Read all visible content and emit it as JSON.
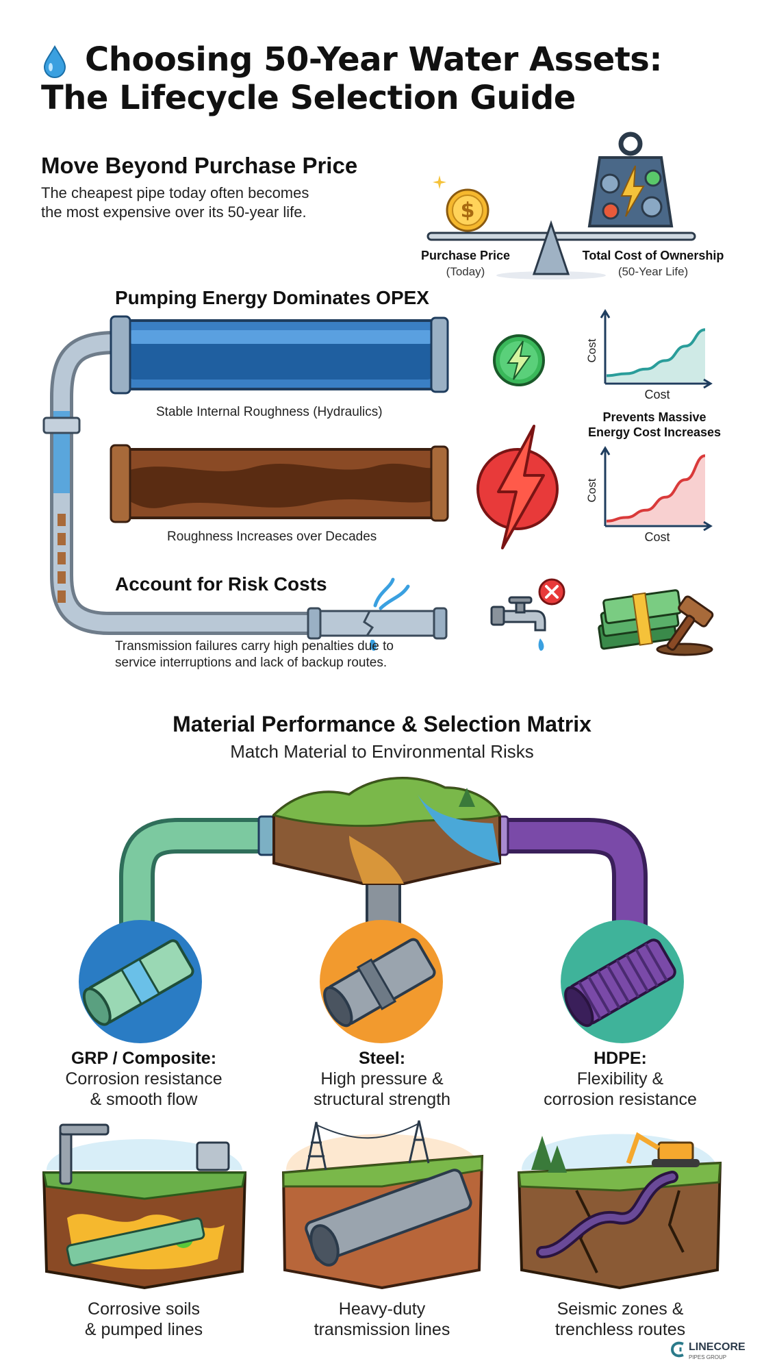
{
  "header": {
    "title_line1": "Choosing 50-Year Water Assets:",
    "title_line2": "The Lifecycle Selection Guide"
  },
  "purchase": {
    "heading": "Move Beyond Purchase Price",
    "body_line1": "The cheapest pipe today often becomes",
    "body_line2": "the most expensive over its 50-year life.",
    "left_label": "Purchase Price",
    "left_sub": "(Today)",
    "right_label": "Total Cost of Ownership",
    "right_sub": "(50-Year Life)"
  },
  "opex": {
    "heading": "Pumping Energy Dominates OPEX",
    "pipe1_caption": "Stable Internal Roughness (Hydraulics)",
    "pipe2_caption": "Roughness Increases over Decades",
    "chart_note_line1": "Prevents Massive",
    "chart_note_line2": "Energy Cost Increases"
  },
  "risk": {
    "heading": "Account for Risk Costs",
    "body_line1": "Transmission failures carry high penalties due to",
    "body_line2": "service interruptions and lack of backup routes."
  },
  "matrix": {
    "heading": "Material Performance & Selection Matrix",
    "subheading": "Match Material to Environmental Risks",
    "materials": [
      {
        "name": "GRP / Composite:",
        "desc_line1": "Corrosion resistance",
        "desc_line2": "& smooth flow",
        "scene_line1": "Corrosive soils",
        "scene_line2": "& pumped lines"
      },
      {
        "name": "Steel:",
        "desc_line1": "High pressure &",
        "desc_line2": "structural strength",
        "scene_line1": "Heavy-duty",
        "scene_line2": "transmission lines"
      },
      {
        "name": "HDPE:",
        "desc_line1": "Flexibility &",
        "desc_line2": "corrosion resistance",
        "scene_line1": "Seismic zones &",
        "scene_line2": "trenchless routes"
      }
    ]
  },
  "chart_data": [
    {
      "type": "area",
      "title": "",
      "xlabel": "Cost",
      "ylabel": "Cost",
      "series": [
        {
          "values": [
            0.1,
            0.13,
            0.2,
            0.33,
            0.55,
            0.8
          ]
        }
      ],
      "color": "#2a9d9a"
    },
    {
      "type": "area",
      "title": "",
      "xlabel": "Cost",
      "ylabel": "Cost",
      "series": [
        {
          "values": [
            0.05,
            0.1,
            0.2,
            0.38,
            0.62,
            0.95
          ]
        }
      ],
      "color": "#d93a3a"
    }
  ],
  "brand": {
    "name": "LINECORE",
    "tagline": "PIPES GROUP"
  },
  "colors": {
    "blue_pipe": "#3a7fc4",
    "rust_pipe": "#8a4a25",
    "grp_green": "#7cc9a0",
    "steel_gray": "#8a939c",
    "hdpe_purple": "#7a4aa8",
    "orange_circle": "#f29a2e",
    "teal_circle": "#3fb39a"
  },
  "icons": {
    "title": "water-drop-icon",
    "coin": "dollar-coin-icon",
    "weight": "weight-gears-icon",
    "energy_green": "lightning-green-icon",
    "energy_red": "lightning-red-icon",
    "tap": "faucet-x-icon",
    "money": "money-gavel-icon"
  }
}
